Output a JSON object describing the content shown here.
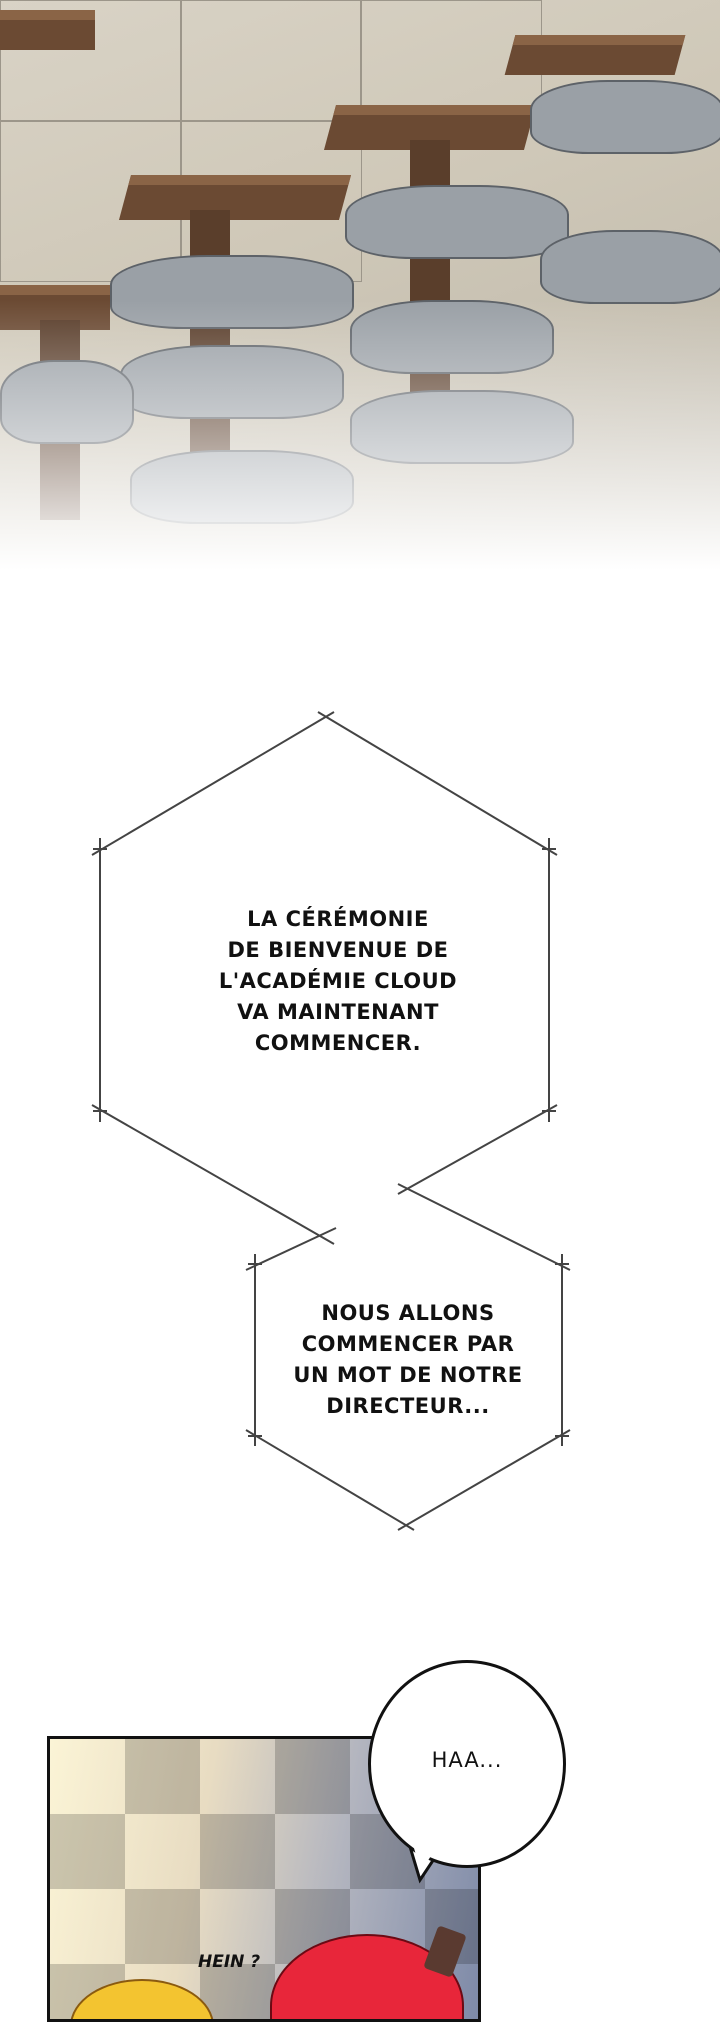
{
  "captions": [
    {
      "lines": [
        "LA CÉRÉMONIE",
        "DE BIENVENUE DE",
        "L'ACADÉMIE CLOUD",
        "VA MAINTENANT",
        "COMMENCER."
      ]
    },
    {
      "lines": [
        "NOUS ALLONS",
        "COMMENCER PAR",
        "UN MOT DE NOTRE",
        "DIRECTEUR..."
      ]
    }
  ],
  "speech": {
    "bubble": "HAA...",
    "sfx": "HEIN ?"
  },
  "colors": {
    "red_hair": "#e8263a",
    "blonde_hair": "#f3c430",
    "desk": "#6b4a33"
  }
}
